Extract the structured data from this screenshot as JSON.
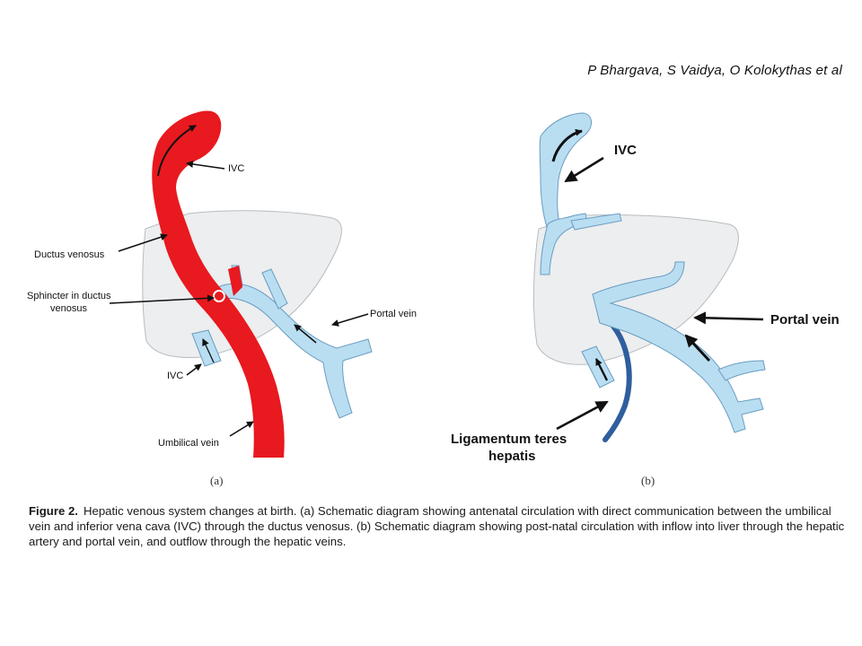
{
  "header": {
    "authors": "P Bhargava, S Vaidya, O Kolokythas et al"
  },
  "panel_a": {
    "panel_label": "(a)",
    "labels": {
      "ivc_top": "IVC",
      "ductus_venosus": "Ductus venosus",
      "sphincter_line1": "Sphincter in ductus",
      "sphincter_line2": "venosus",
      "portal_vein": "Portal vein",
      "ivc_bottom": "IVC",
      "umbilical_vein": "Umbilical vein"
    }
  },
  "panel_b": {
    "panel_label": "(b)",
    "labels": {
      "ivc": "IVC",
      "portal_vein": "Portal vein",
      "ligamentum_line1": "Ligamentum teres",
      "ligamentum_line2": "hepatis"
    }
  },
  "caption": {
    "figure_label": "Figure 2.",
    "text": "Hepatic venous system changes at birth. (a) Schematic diagram showing antenatal circulation with direct communication between the umbilical vein and inferior vena cava (IVC) through the ductus venosus. (b) Schematic diagram showing post-natal circulation with inflow into liver through the hepatic artery and portal vein, and outflow through the hepatic veins."
  },
  "colors": {
    "liver": "#eceeef",
    "liver_stroke": "#b8bcc0",
    "vein_red": "#e8191f",
    "vein_blue": "#b9def2",
    "vein_blue_stroke": "#6a9cc0",
    "ligament": "#2f5e9e"
  }
}
